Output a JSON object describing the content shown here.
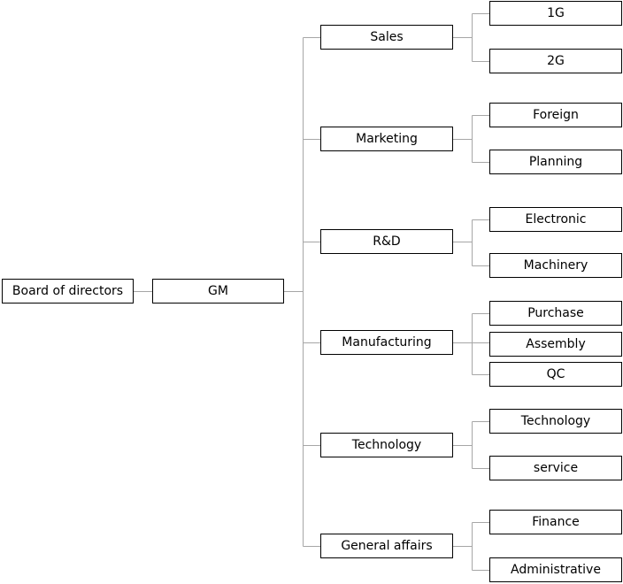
{
  "colors": {
    "line": "#a6a6a6",
    "box_border": "#000000",
    "background": "#ffffff"
  },
  "org_chart": {
    "root": "Board of directors",
    "gm": "GM",
    "departments": [
      {
        "name": "Sales",
        "units": [
          "1G",
          "2G"
        ]
      },
      {
        "name": "Marketing",
        "units": [
          "Foreign",
          "Planning"
        ]
      },
      {
        "name": "R&D",
        "units": [
          "Electronic",
          "Machinery"
        ]
      },
      {
        "name": "Manufacturing",
        "units": [
          "Purchase",
          "Assembly",
          "QC"
        ]
      },
      {
        "name": "Technology",
        "units": [
          "Technology",
          "service"
        ]
      },
      {
        "name": "General affairs",
        "units": [
          "Finance",
          "Administrative"
        ]
      }
    ]
  }
}
